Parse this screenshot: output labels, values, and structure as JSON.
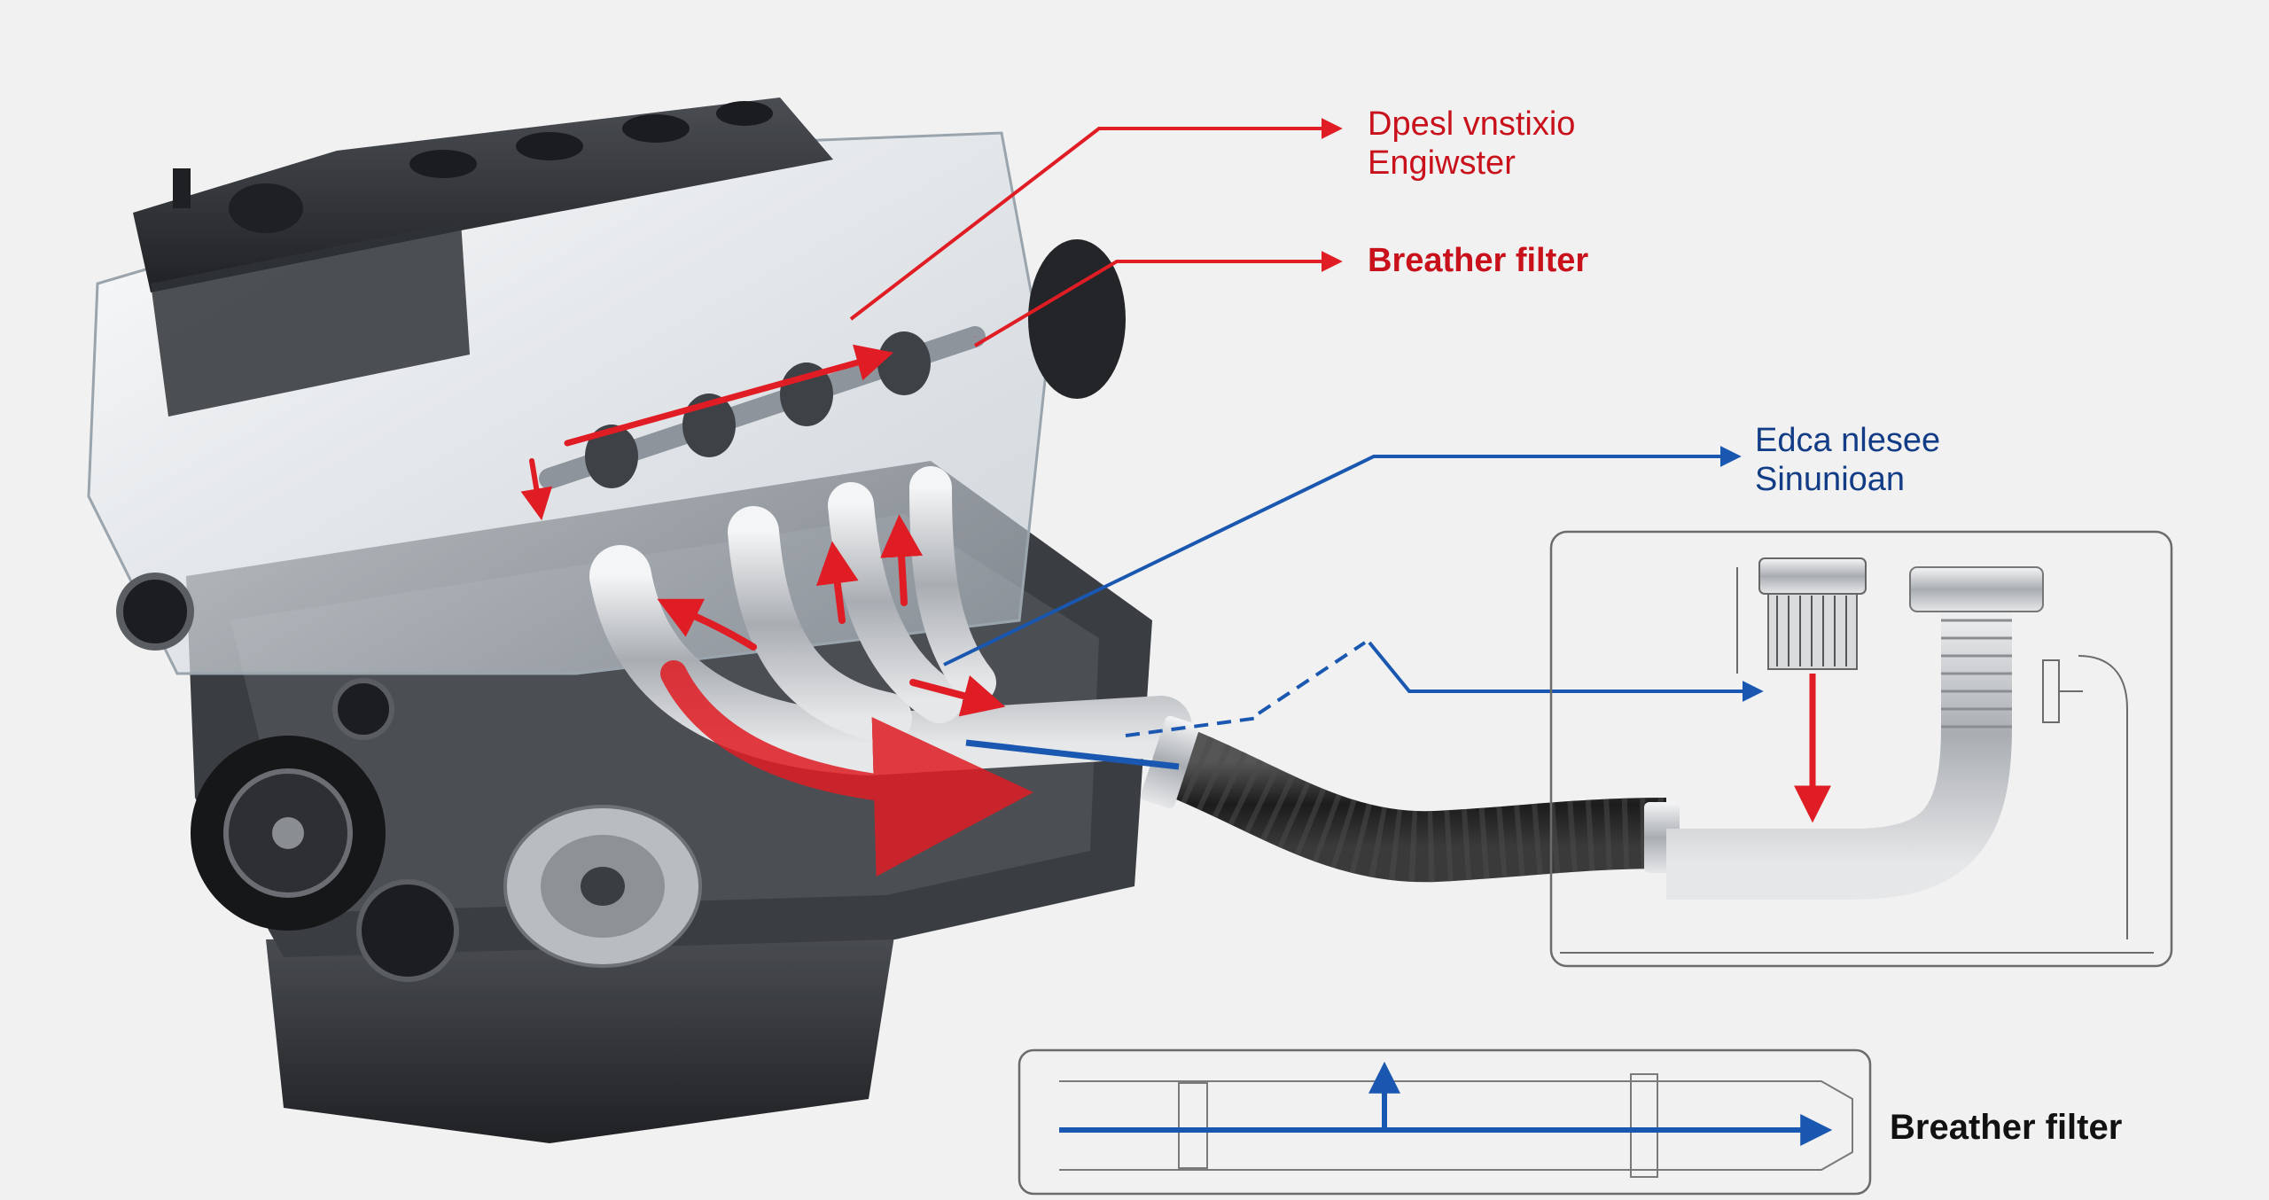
{
  "colors": {
    "background": "#f1f1f1",
    "red_flow": "#e01c24",
    "blue_flow": "#1a57b0",
    "label_red": "#c8111b",
    "label_blue": "#123d86",
    "engine_dark": "#2b2d31",
    "transparent_cover": "#cfd6dc",
    "chrome": "#c9ccd0",
    "hose": "#2a2a2a"
  },
  "labels": {
    "top_red_line1": "Dpesl vnstixio",
    "top_red_line2": "Engiwster",
    "mid_red": "Breather filter",
    "blue_line1": "Edca nlesee",
    "blue_line2": "Sinunioan",
    "bottom_black": "Breather filter"
  },
  "icons": {
    "engine": "engine-block-illustration",
    "filter": "breather-filter-icon",
    "hose": "corrugated-hose-icon",
    "arrow_red": "red-arrow-icon",
    "arrow_blue": "blue-arrow-icon"
  }
}
